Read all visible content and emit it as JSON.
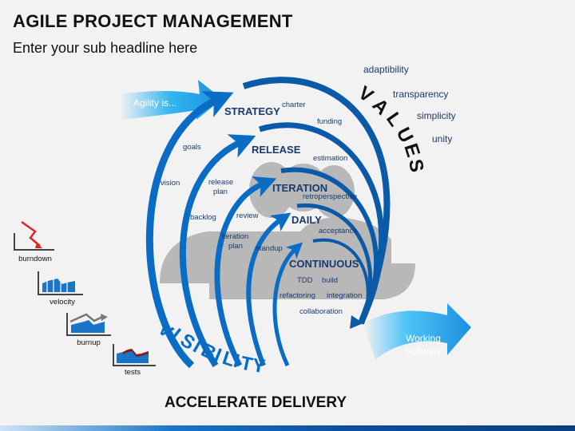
{
  "header": {
    "title": "AGILE PROJECT MANAGEMENT",
    "subtitle": "Enter your sub headline here"
  },
  "intro": "Agility is...",
  "levels": [
    "STRATEGY",
    "RELEASE",
    "ITERATION",
    "DAILY",
    "CONTINUOUS"
  ],
  "terms": {
    "charter": "charter",
    "funding": "funding",
    "goals": "goals",
    "vision": "vision",
    "estimation": "estimation",
    "release_plan_1": "release",
    "release_plan_2": "plan",
    "backlog": "backlog",
    "review": "review",
    "retro": "retroperspective",
    "iteration_plan_1": "Iteration",
    "iteration_plan_2": "plan",
    "standup": "standup",
    "acceptance": "acceptance",
    "tdd": "TDD",
    "build": "build",
    "refactoring": "refactoring",
    "integration": "integration",
    "collaboration": "collaboration"
  },
  "values_heading": "VALUES",
  "values": [
    "adaptibility",
    "transparency",
    "simplicity",
    "unity"
  ],
  "visibility": "VISIBILITY",
  "charts": [
    "burndown",
    "velocity",
    "burnup",
    "tests"
  ],
  "output_1": "Working",
  "output_2": "Software",
  "footer": "ACCELERATE DELIVERY",
  "colors": {
    "blue": "#0a6cc4",
    "dark_blue": "#1a3a6e",
    "light_blue": "#33b5f0",
    "grey": "#b8b8b8",
    "red": "#e0242a"
  }
}
